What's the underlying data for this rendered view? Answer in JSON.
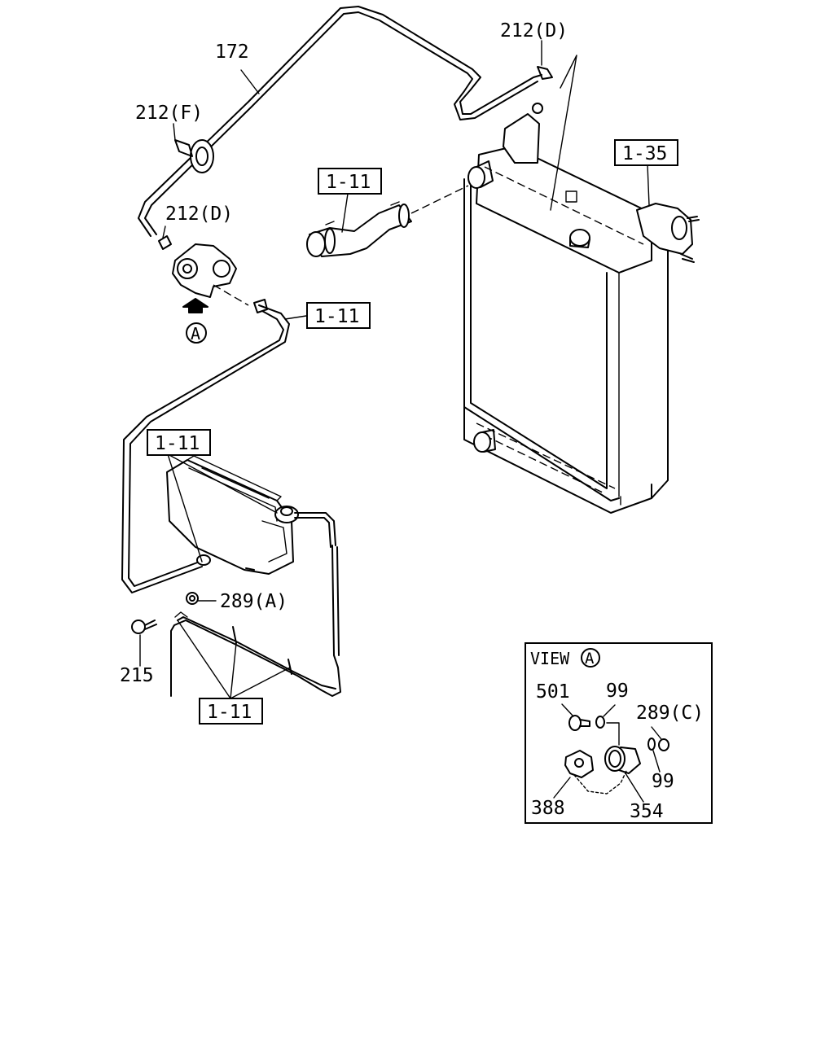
{
  "labels": {
    "part_172": "172",
    "part_212d_top": "212(D)",
    "part_212f": "212(F)",
    "part_212d_left": "212(D)",
    "ref_1_11_hose": "1-11",
    "ref_1_35": "1-35",
    "ref_1_11_mid": "1-11",
    "view_marker": "A",
    "ref_1_11_tank": "1-11",
    "part_289a": "289(A)",
    "part_215": "215",
    "ref_1_11_bottom": "1-11"
  },
  "view_panel": {
    "title": "VIEW",
    "marker": "A",
    "part_501": "501",
    "part_99_top": "99",
    "part_289c": "289(C)",
    "part_99_right": "99",
    "part_388": "388",
    "part_354": "354"
  }
}
